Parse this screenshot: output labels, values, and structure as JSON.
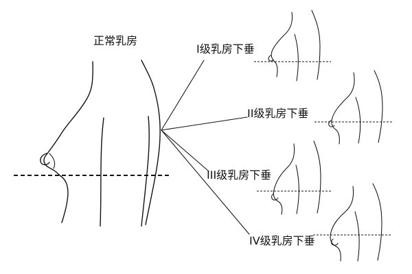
{
  "labels": {
    "normal": "正常乳房",
    "grade_1": "I级乳房下垂",
    "grade_2": "II级乳房下垂",
    "grade_3": "III级乳房下垂",
    "grade_4": "IV级乳房下垂"
  },
  "colors": {
    "line": "#111111",
    "background": "#ffffff"
  }
}
